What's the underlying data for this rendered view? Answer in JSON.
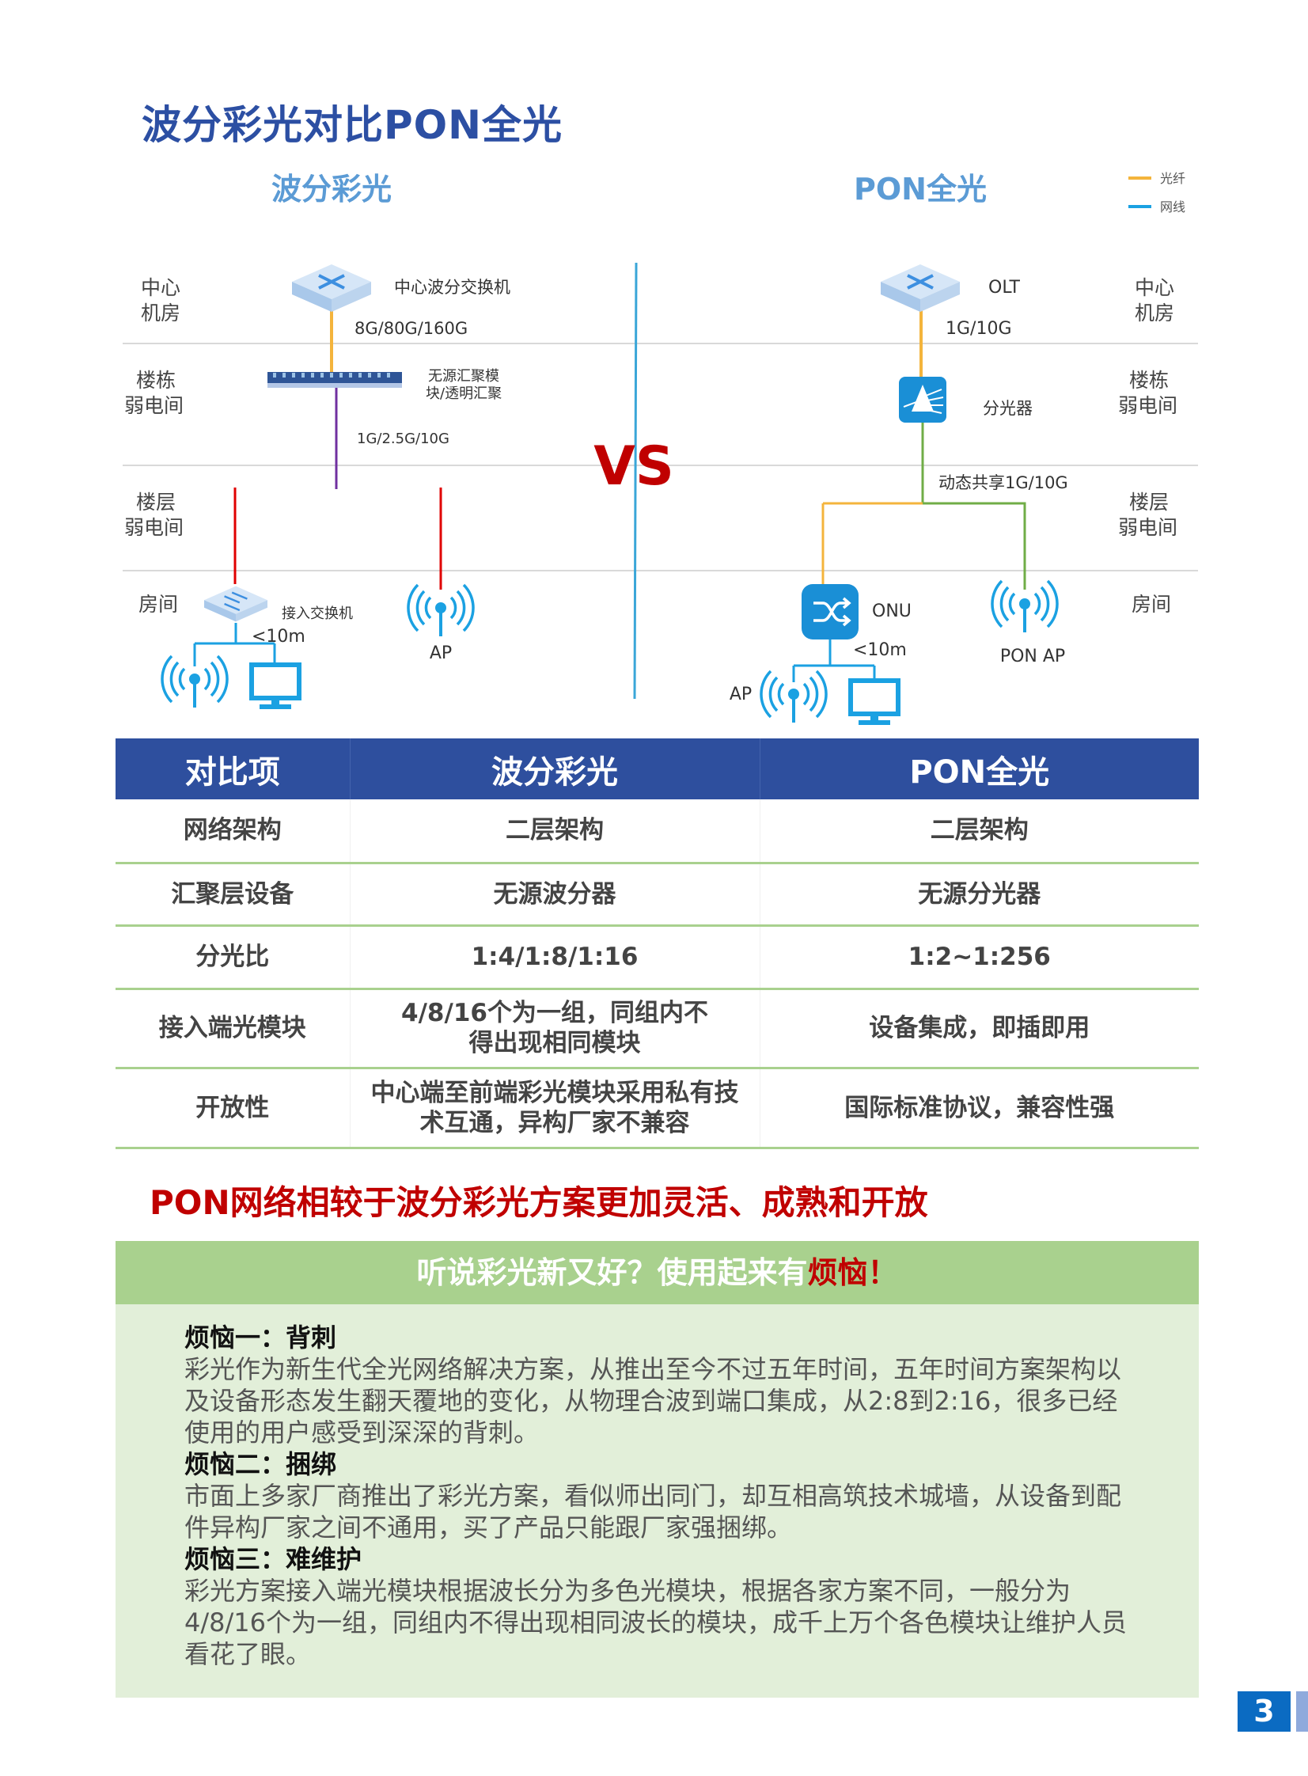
{
  "title": "波分彩光对比PON全光",
  "diagram": {
    "left_title": "波分彩光",
    "right_title": "PON全光",
    "vs": "VS",
    "legend": {
      "fiber": "光纤",
      "cable": "网线",
      "fiber_color": "#f4b43c",
      "cable_color": "#1ba1e2"
    },
    "rows": {
      "center_1": "中心",
      "center_2": "机房",
      "building_1": "楼栋",
      "building_2": "弱电间",
      "floor_1": "楼层",
      "floor_2": "弱电间",
      "room": "房间"
    },
    "left": {
      "core_switch": "中心波分交换机",
      "core_speed": "8G/80G/160G",
      "module_1": "无源汇聚模",
      "module_2": "块/透明汇聚",
      "module_speed": "1G/2.5G/10G",
      "access_switch": "接入交换机",
      "distance": "<10m",
      "ap": "AP"
    },
    "right": {
      "olt": "OLT",
      "olt_speed": "1G/10G",
      "splitter": "分光器",
      "shared_speed": "动态共享1G/10G",
      "onu": "ONU",
      "distance": "<10m",
      "ap": "AP",
      "pon_ap": "PON AP"
    }
  },
  "table": {
    "headers": [
      "对比项",
      "波分彩光",
      "PON全光"
    ],
    "rows": [
      [
        "网络架构",
        "二层架构",
        "二层架构"
      ],
      [
        "汇聚层设备",
        "无源波分器",
        "无源分光器"
      ],
      [
        "分光比",
        "1:4/1:8/1:16",
        "1:2~1:256"
      ],
      [
        "接入端光模块",
        "4/8/16个为一组，同组内不得出现相同模块",
        "设备集成，即插即用"
      ],
      [
        "开放性",
        "中心端至前端彩光模块采用私有技术互通，异构厂家不兼容",
        "国际标准协议，兼容性强"
      ]
    ]
  },
  "conclusion": "PON网络相较于波分彩光方案更加灵活、成熟和开放",
  "pain": {
    "heading": "听说彩光新又好？使用起来有",
    "heading_highlight": "烦恼！",
    "items": [
      {
        "title": "烦恼一：背刺",
        "text": "彩光作为新生代全光网络解决方案，从推出至今不过五年时间，五年时间方案架构以及设备形态发生翻天覆地的变化，从物理合波到端口集成，从2:8到2:16，很多已经使用的用户感受到深深的背刺。"
      },
      {
        "title": "烦恼二：捆绑",
        "text": "市面上多家厂商推出了彩光方案，看似师出同门，却互相高筑技术城墙，从设备到配件异构厂家之间不通用，买了产品只能跟厂家强捆绑。"
      },
      {
        "title": "烦恼三：难维护",
        "text": "彩光方案接入端光模块根据波长分为多色光模块，根据各家方案不同，一般分为4/8/16个为一组，同组内不得出现相同波长的模块，成千上万个各色模块让维护人员看花了眼。"
      }
    ]
  },
  "page_number": "3",
  "colors": {
    "title": "#2c4fa3",
    "table_header": "#2e4f9e",
    "accent_red": "#c00000",
    "green_head": "#a9d18e",
    "green_body": "#e2efd9"
  }
}
